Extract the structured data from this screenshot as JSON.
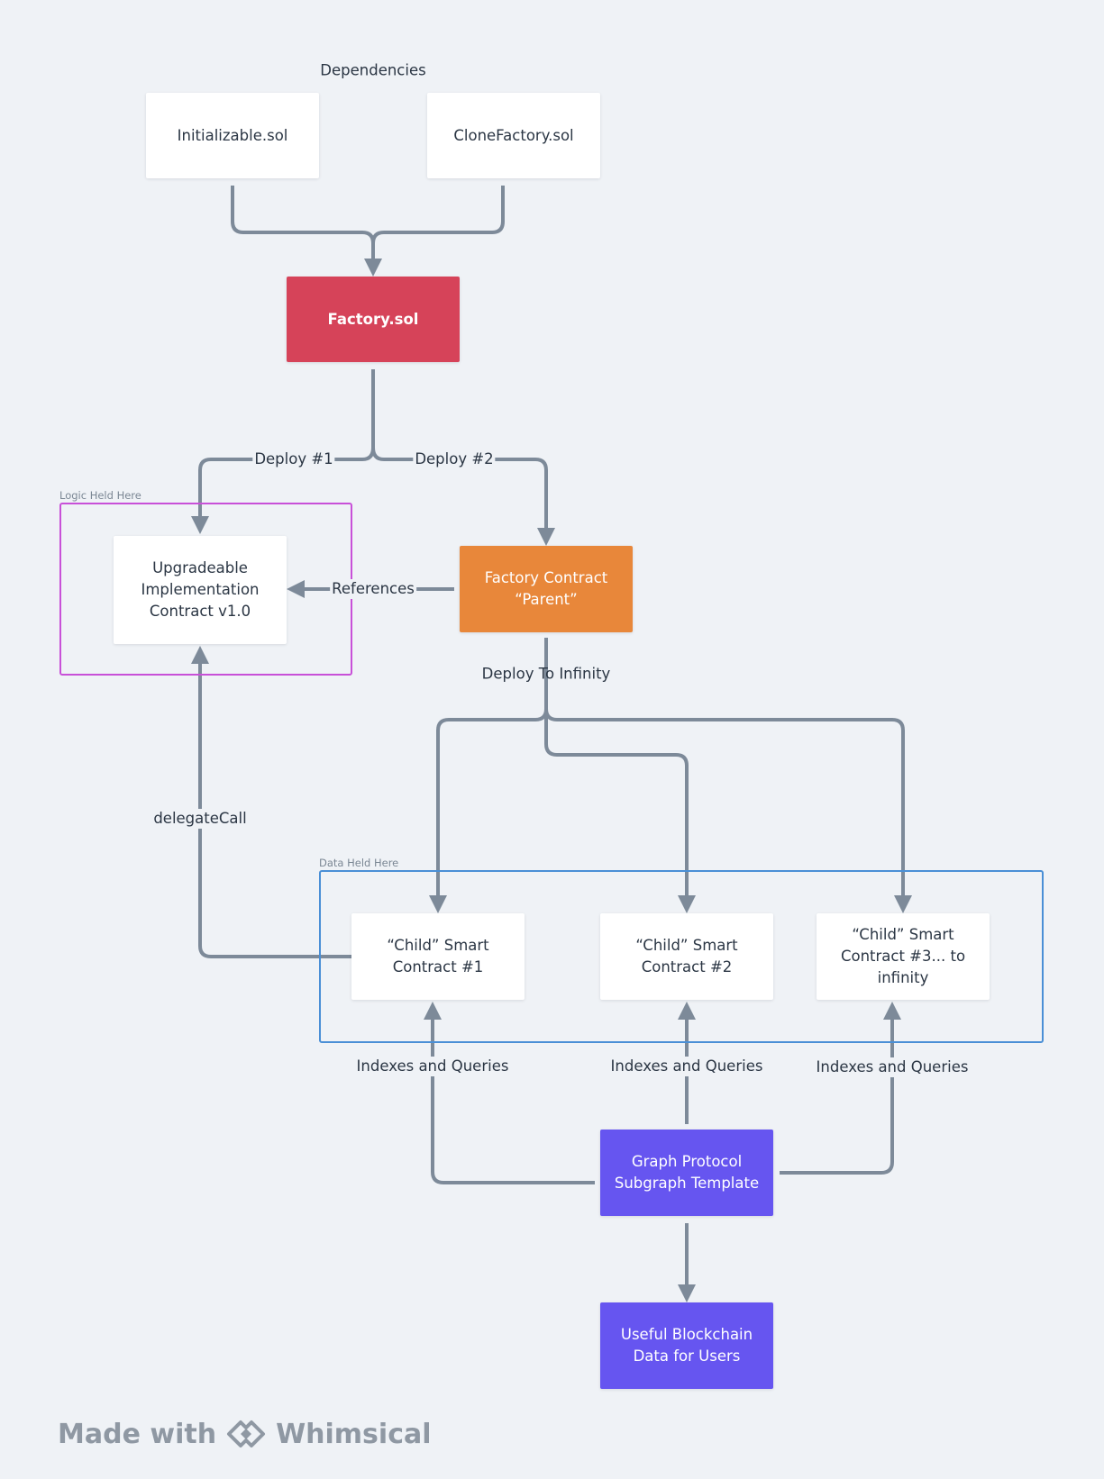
{
  "diagram": {
    "title": "Dependencies",
    "groups": {
      "logic": {
        "label": "Logic Held Here",
        "color": "#c850d8"
      },
      "data": {
        "label": "Data Held Here",
        "color": "#4a8fd6"
      }
    },
    "nodes": {
      "initializable": "Initializable.sol",
      "clone_factory": "CloneFactory.sol",
      "factory_sol": "Factory.sol",
      "upgradeable": "Upgradeable\nImplementation\nContract v1.0",
      "factory_contract": "Factory Contract\n“Parent”",
      "child1": "“Child” Smart\nContract #1",
      "child2": "“Child” Smart\nContract #2",
      "child3": "“Child” Smart\nContract #3... to\ninfinity",
      "graph": "Graph Protocol\nSubgraph Template",
      "useful": "Useful Blockchain\nData for Users"
    },
    "edge_labels": {
      "deploy1": "Deploy #1",
      "deploy2": "Deploy #2",
      "references": "References",
      "deploy_infinity": "Deploy To Infinity",
      "delegate_call": "delegateCall",
      "indexes1": "Indexes and Queries",
      "indexes2": "Indexes and Queries",
      "indexes3": "Indexes and Queries"
    },
    "colors": {
      "edge": "#7d8a99",
      "factory_sol": "#d64359",
      "factory_contract": "#e8873a",
      "graph": "#6655f0",
      "background": "#eff2f6"
    }
  },
  "footer": {
    "made_with": "Made with",
    "brand": "Whimsical"
  }
}
